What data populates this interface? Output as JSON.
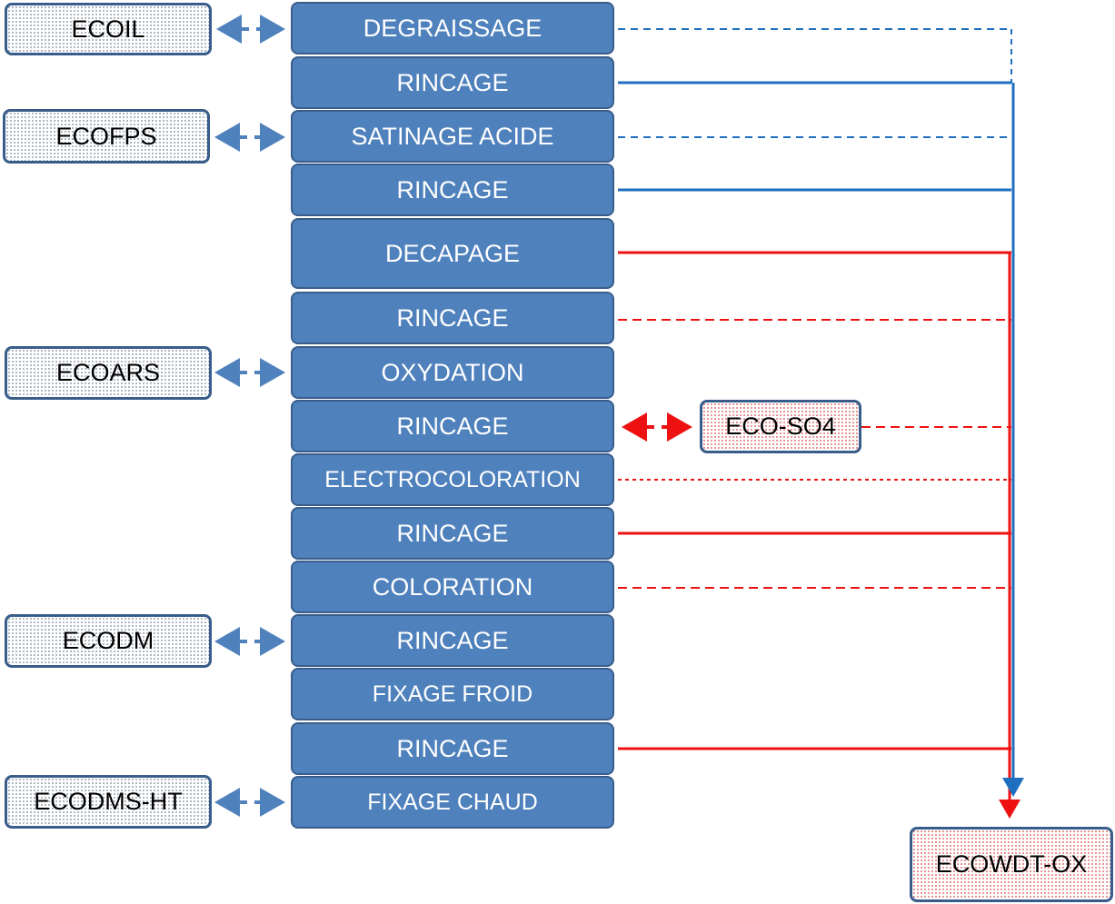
{
  "steps": [
    {
      "label": "DEGRAISSAGE"
    },
    {
      "label": "RINCAGE"
    },
    {
      "label": "SATINAGE ACIDE"
    },
    {
      "label": "RINCAGE"
    },
    {
      "label": "DECAPAGE"
    },
    {
      "label": "RINCAGE"
    },
    {
      "label": "OXYDATION"
    },
    {
      "label": "RINCAGE"
    },
    {
      "label": "ELECTROCOLORATION"
    },
    {
      "label": "RINCAGE"
    },
    {
      "label": "COLORATION"
    },
    {
      "label": "RINCAGE"
    },
    {
      "label": "FIXAGE FROID"
    },
    {
      "label": "RINCAGE"
    },
    {
      "label": "FIXAGE CHAUD"
    }
  ],
  "products": {
    "ecoil": "ECOIL",
    "ecofps": "ECOFPS",
    "ecoars": "ECOARS",
    "ecodm": "ECODM",
    "ecodms_ht": "ECODMS-HT",
    "eco_so4": "ECO-SO4",
    "ecowdt_ox": "ECOWDT-OX"
  },
  "colors": {
    "step_fill": "#4f81bd",
    "step_border": "#385d8a",
    "blue_line": "#1f6fbf",
    "red_line": "#ee1111",
    "link_blue": "#4f81bd"
  }
}
